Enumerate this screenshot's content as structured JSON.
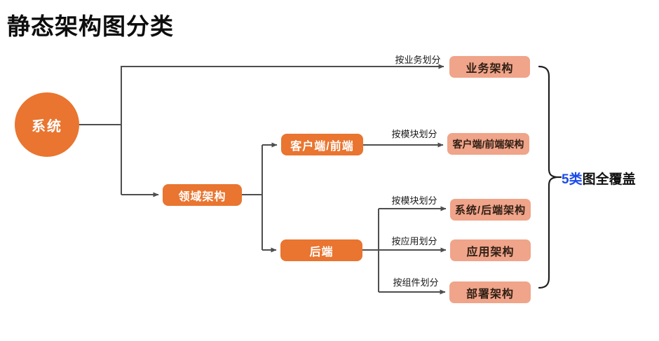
{
  "title": "静态架构图分类",
  "nodes": {
    "system": "系统",
    "domain": "领域架构",
    "client": "客户端/前端",
    "backend": "后端"
  },
  "outputs": [
    {
      "label": "业务架构",
      "edge_label": "按业务划分"
    },
    {
      "label": "客户端/前端架构",
      "edge_label": "按模块划分"
    },
    {
      "label": "系统/后端架构",
      "edge_label": "按模块划分"
    },
    {
      "label": "应用架构",
      "edge_label": "按应用划分"
    },
    {
      "label": "部署架构",
      "edge_label": "按组件划分"
    }
  ],
  "annotation": {
    "highlight": "5类",
    "text": "图全覆盖"
  },
  "colors": {
    "node_orange": "#E97530",
    "node_salmon": "#F0A48A",
    "connector": "#4E4E4E",
    "bracket": "#1F1F1F",
    "highlight_blue": "#1C4BEA",
    "title_text": "#0D0D0D"
  }
}
